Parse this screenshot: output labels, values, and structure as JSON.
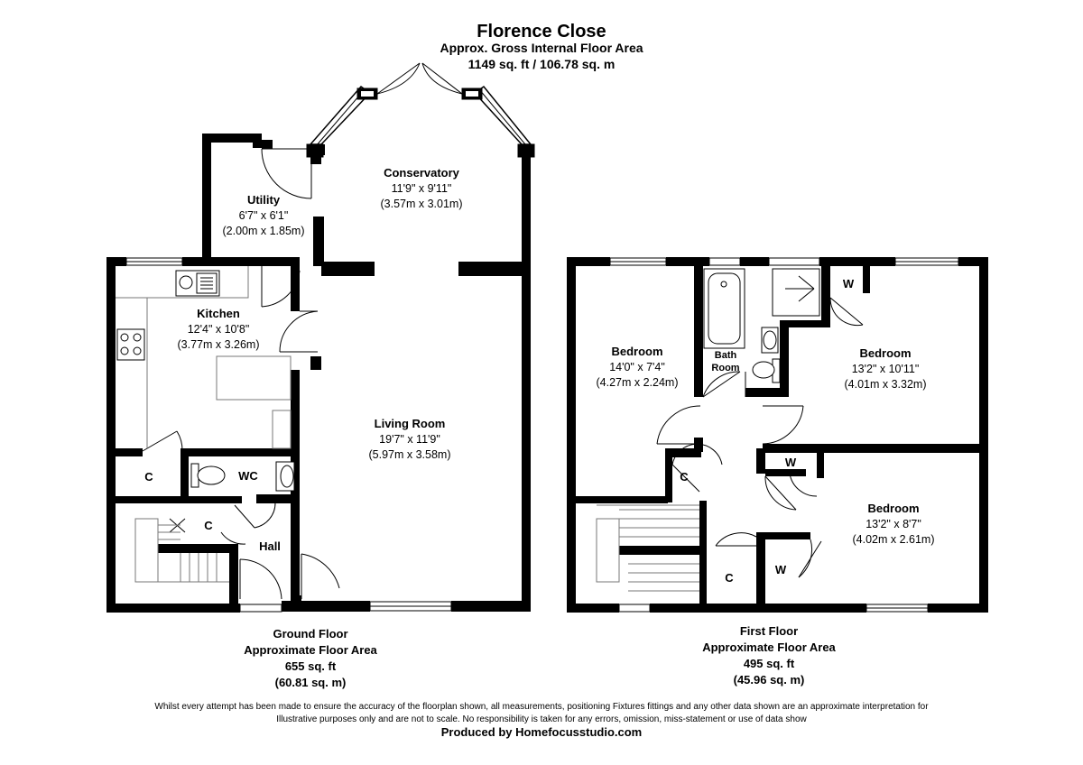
{
  "header": {
    "title": "Florence Close",
    "subtitle": "Approx. Gross Internal Floor Area",
    "total_area": "1149 sq. ft / 106.78 sq. m"
  },
  "ground_floor": {
    "rooms": {
      "conservatory": {
        "name": "Conservatory",
        "dim_imperial": "11'9\" x 9'11\"",
        "dim_metric": "(3.57m x 3.01m)"
      },
      "utility": {
        "name": "Utility",
        "dim_imperial": "6'7\" x 6'1\"",
        "dim_metric": "(2.00m x 1.85m)"
      },
      "kitchen": {
        "name": "Kitchen",
        "dim_imperial": "12'4\" x 10'8\"",
        "dim_metric": "(3.77m x 3.26m)"
      },
      "living_room": {
        "name": "Living Room",
        "dim_imperial": "19'7\" x 11'9\"",
        "dim_metric": "(5.97m x 3.58m)"
      },
      "wc": {
        "name": "WC"
      },
      "cupboard_1": {
        "name": "C"
      },
      "cupboard_2": {
        "name": "C"
      },
      "hall": {
        "name": "Hall"
      }
    },
    "caption": {
      "line1": "Ground Floor",
      "line2": "Approximate Floor Area",
      "line3": "655 sq. ft",
      "line4": "(60.81 sq. m)"
    }
  },
  "first_floor": {
    "rooms": {
      "bedroom_1": {
        "name": "Bedroom",
        "dim_imperial": "14'0\" x 7'4\"",
        "dim_metric": "(4.27m x 2.24m)"
      },
      "bathroom": {
        "name_line1": "Bath",
        "name_line2": "Room"
      },
      "bedroom_2": {
        "name": "Bedroom",
        "dim_imperial": "13'2\" x 10'11\"",
        "dim_metric": "(4.01m x 3.32m)"
      },
      "bedroom_3": {
        "name": "Bedroom",
        "dim_imperial": "13'2\" x 8'7\"",
        "dim_metric": "(4.02m x 2.61m)"
      },
      "wardrobe_1": {
        "name": "W"
      },
      "wardrobe_2": {
        "name": "W"
      },
      "wardrobe_3": {
        "name": "W"
      },
      "cupboard_1": {
        "name": "C"
      },
      "cupboard_2": {
        "name": "C"
      }
    },
    "caption": {
      "line1": "First Floor",
      "line2": "Approximate Floor Area",
      "line3": "495 sq. ft",
      "line4": "(45.96 sq. m)"
    }
  },
  "footer": {
    "disclaimer_line1": "Whilst every attempt has been made to ensure the accuracy of the floorplan shown, all measurements, positioning Fixtures fittings and any other data shown are an approximate interpretation for",
    "disclaimer_line2": "Illustrative purposes only  and are not to scale. No responsibility is taken for any errors, omission, miss-statement or use of data show",
    "producer": "Produced by Homefocusstudio.com"
  },
  "colors": {
    "wall": "#000000",
    "fixture": "#777777",
    "background": "#ffffff"
  }
}
